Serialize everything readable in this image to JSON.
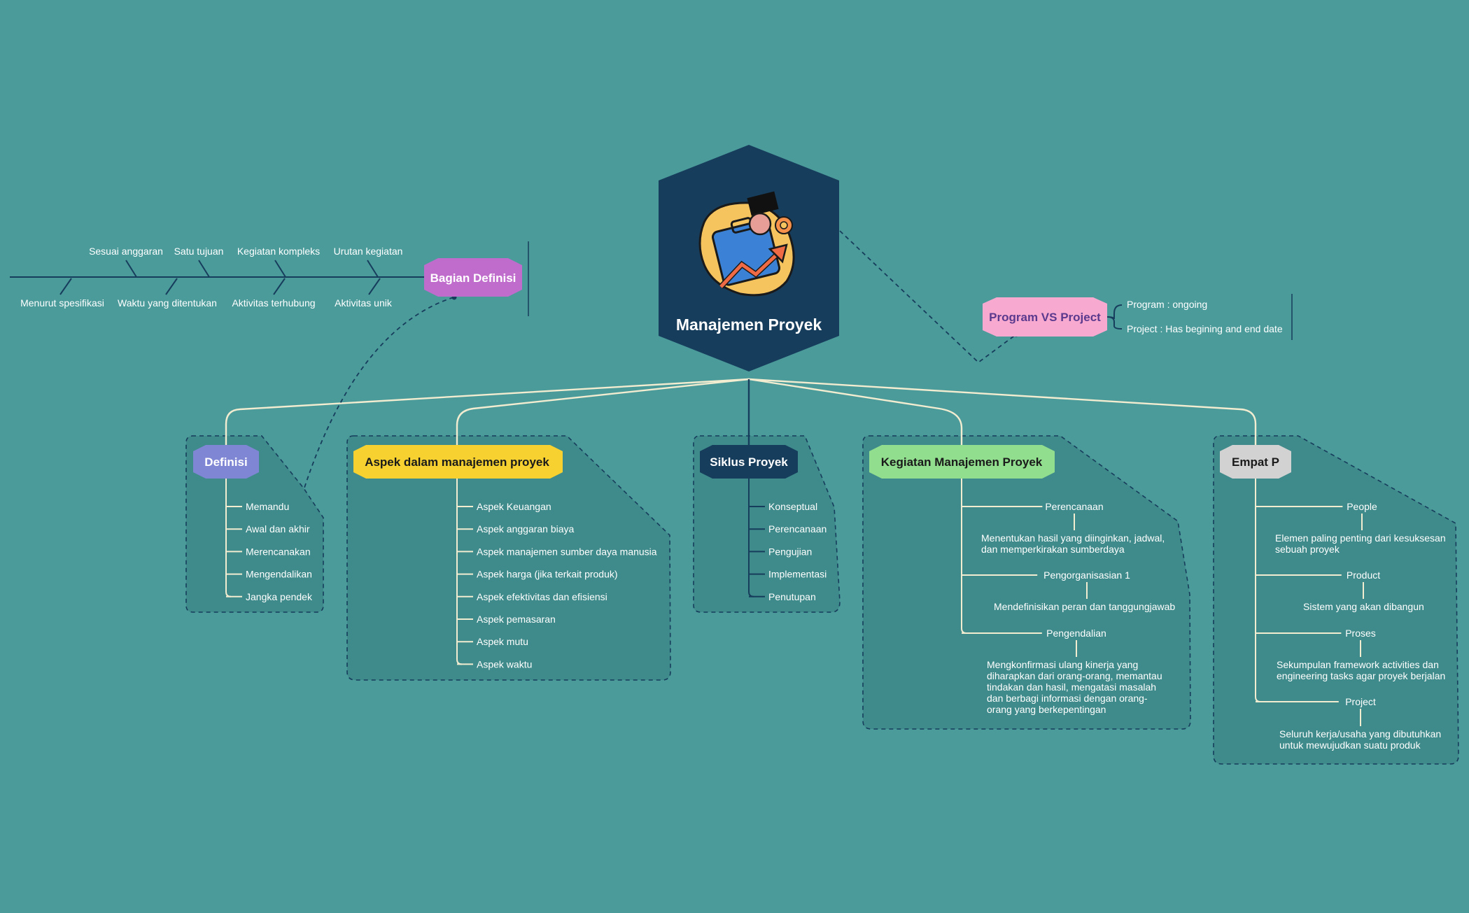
{
  "central": {
    "title": "Manajemen Proyek"
  },
  "bagian_definisi": {
    "title": "Bagian Definisi",
    "top_items": [
      "Sesuai anggaran",
      "Satu tujuan",
      "Kegiatan kompleks",
      "Urutan kegiatan"
    ],
    "bottom_items": [
      "Menurut spesifikasi",
      "Waktu yang ditentukan",
      "Aktivitas terhubung",
      "Aktivitas unik"
    ]
  },
  "program_vs_project": {
    "title": "Program VS Project",
    "items": [
      "Program : ongoing",
      "Project : Has begining and end date"
    ]
  },
  "branches": [
    {
      "title": "Definisi",
      "items": [
        "Memandu",
        "Awal dan akhir",
        "Merencanakan",
        "Mengendalikan",
        "Jangka pendek"
      ]
    },
    {
      "title": "Aspek dalam manajemen proyek",
      "items": [
        "Aspek Keuangan",
        "Aspek anggaran biaya",
        "Aspek manajemen sumber daya manusia",
        "Aspek harga (jika terkait produk)",
        "Aspek efektivitas dan efisiensi",
        "Aspek pemasaran",
        "Aspek mutu",
        "Aspek waktu"
      ]
    },
    {
      "title": "Siklus Proyek",
      "items": [
        "Konseptual",
        "Perencanaan",
        "Pengujian",
        "Implementasi",
        "Penutupan"
      ]
    },
    {
      "title": "Kegiatan Manajemen Proyek",
      "groups": [
        {
          "label": "Perencanaan",
          "details": [
            "Menentukan hasil yang diinginkan, jadwal,",
            "dan memperkirakan sumberdaya"
          ]
        },
        {
          "label": "Pengorganisasian 1",
          "details": [
            "Mendefinisikan peran dan tanggungjawab"
          ]
        },
        {
          "label": "Pengendalian",
          "details": [
            "Mengkonfirmasi ulang kinerja yang",
            "diharapkan dari orang-orang, memantau",
            "tindakan dan hasil, mengatasi masalah",
            "dan berbagi informasi dengan orang-",
            "orang yang berkepentingan"
          ]
        }
      ]
    },
    {
      "title": "Empat P",
      "groups": [
        {
          "label": "People",
          "details": [
            "Elemen paling penting dari kesuksesan",
            "sebuah proyek"
          ]
        },
        {
          "label": "Product",
          "details": [
            "Sistem yang akan dibangun"
          ]
        },
        {
          "label": "Proses",
          "details": [
            "Sekumpulan framework activities dan",
            "engineering tasks agar proyek berjalan"
          ]
        },
        {
          "label": "Project",
          "details": [
            "Seluruh kerja/usaha yang dibutuhkan",
            "untuk mewujudkan suatu produk"
          ]
        }
      ]
    }
  ],
  "colors": {
    "background": "#4b9b9b",
    "central": "#173d5c",
    "definisi": "#7f86d4",
    "aspek": "#f6d130",
    "siklus": "#173d5c",
    "kegiatan": "#92de8f",
    "empat_p": "#d2d2d2",
    "bagian_definisi": "#c06ccc",
    "program_vs_project": "#f7a9d0",
    "connector": "#f2ecd0",
    "dark_line": "#173d5c"
  },
  "icons": [
    "project-briefcase-icon"
  ]
}
